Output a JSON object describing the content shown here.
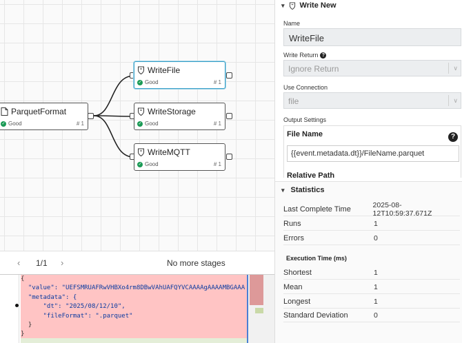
{
  "canvas": {
    "nodes": [
      {
        "id": "parquet",
        "label": "ParquetFormat",
        "status": "Good",
        "num": "# 1"
      },
      {
        "id": "writefile",
        "label": "WriteFile",
        "status": "Good",
        "num": "# 1"
      },
      {
        "id": "writestorage",
        "label": "WriteStorage",
        "status": "Good",
        "num": "# 1"
      },
      {
        "id": "writemqtt",
        "label": "WriteMQTT",
        "status": "Good",
        "num": "# 1"
      }
    ]
  },
  "pager": {
    "count": "1/1",
    "message": "No more stages"
  },
  "code": {
    "lines": [
      "{",
      "  \"value\": \"UEFSMRUAFRwVHBXo4rm8DBwVAhUAFQYVCAAAAgAAAAMBGAAA",
      "  \"metadata\": {",
      "      \"dt\": \"2025/08/12/10\",",
      "      \"fileFormat\": \".parquet\"",
      "  }",
      "}"
    ]
  },
  "panel": {
    "header": "Write New",
    "name_label": "Name",
    "name_value": "WriteFile",
    "write_return_label": "Write Return",
    "write_return_value": "Ignore Return",
    "use_connection_label": "Use Connection",
    "use_connection_value": "file",
    "output_settings_label": "Output Settings",
    "file_name_label": "File Name",
    "file_name_value": "{{event.metadata.dt}}/FileName.parquet",
    "relative_path_label": "Relative Path"
  },
  "statistics": {
    "header": "Statistics",
    "rows": [
      {
        "k": "Last Complete Time",
        "v": "2025-08-12T10:59:37.671Z"
      },
      {
        "k": "Runs",
        "v": "1"
      },
      {
        "k": "Errors",
        "v": "0"
      }
    ],
    "exec_label": "Execution Time (ms)",
    "exec_rows": [
      {
        "k": "Shortest",
        "v": "1"
      },
      {
        "k": "Mean",
        "v": "1"
      },
      {
        "k": "Longest",
        "v": "1"
      },
      {
        "k": "Standard Deviation",
        "v": "0"
      }
    ]
  }
}
